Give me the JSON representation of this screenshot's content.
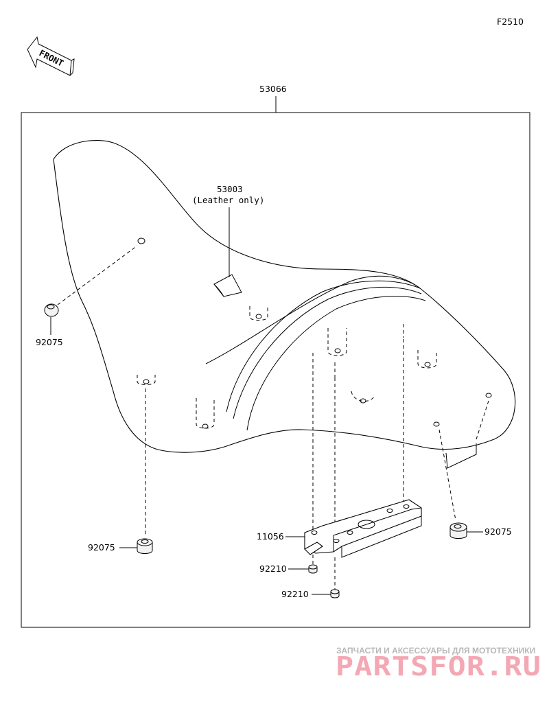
{
  "diagram_code": "F2510",
  "front_label": "FRONT",
  "assembly_part": "53066",
  "parts": {
    "cover_tag_number": "53003",
    "cover_tag_note": "(Leather only)",
    "damper_left_upper": "92075",
    "damper_left_lower": "92075",
    "damper_right": "92075",
    "bracket": "11056",
    "nut_upper": "92210",
    "nut_lower": "92210"
  },
  "watermark": {
    "caption": "ЗАПЧАСТИ И АКСЕССУАРЫ ДЛЯ МОТОТЕХНИКИ",
    "logo": "PARTSFOR.RU"
  }
}
